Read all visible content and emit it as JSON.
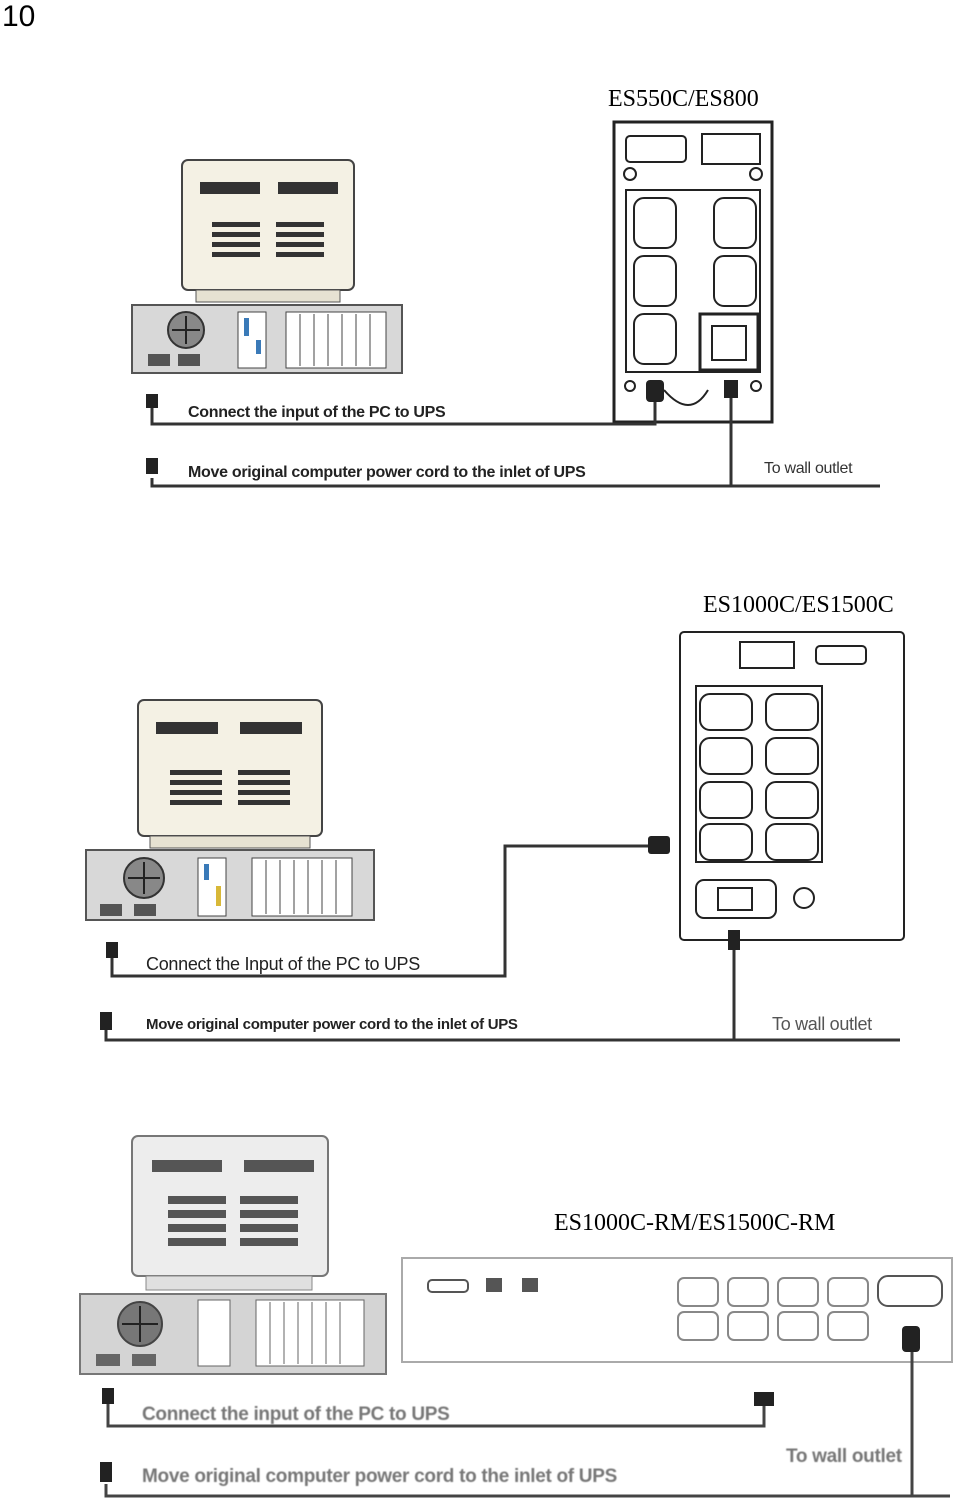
{
  "page_number": "10",
  "diagrams": [
    {
      "model": "ES550C/ES800",
      "step1": "Connect the input of the PC to UPS",
      "step2": "Move original computer power cord to the inlet of UPS",
      "outlet": "To wall outlet"
    },
    {
      "model": "ES1000C/ES1500C",
      "step1": "Connect the Input of the PC to UPS",
      "step2": "Move original computer power cord to the inlet of UPS",
      "outlet": "To wall outlet"
    },
    {
      "model": "ES1000C-RM/ES1500C-RM",
      "step1": "Connect the input of the PC to UPS",
      "step2": "Move original computer power cord to the inlet of UPS",
      "outlet": "To wall outlet"
    }
  ]
}
